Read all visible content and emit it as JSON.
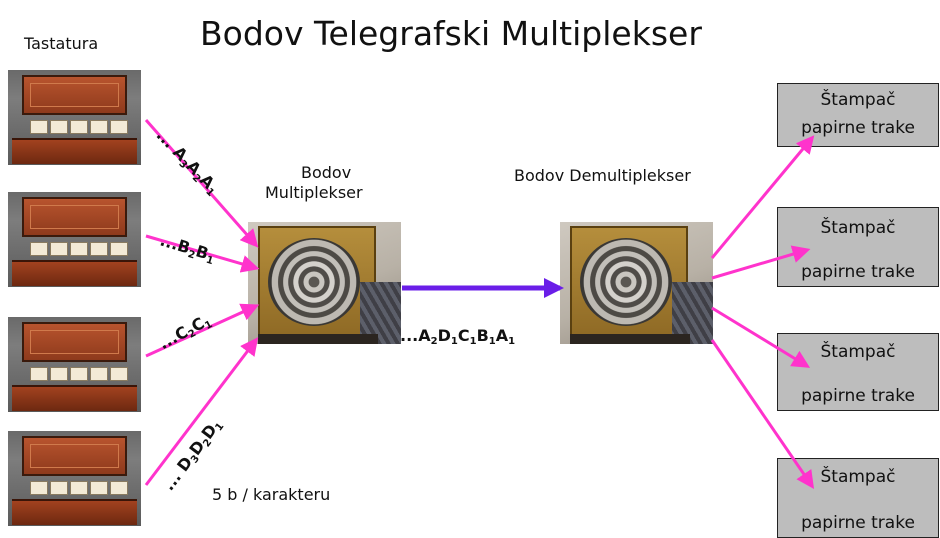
{
  "title": "Bodov Telegrafski Multiplekser",
  "keyboard_label": "Tastatura",
  "multiplexer_label_line1": "Bodov",
  "multiplexer_label_line2": "Multiplekser",
  "demultiplexer_label": "Bodov Demultiplekser",
  "bits_per_char_label": "5 b / karakteru",
  "channel_sequences": {
    "a": {
      "prefix": "... ",
      "parts": [
        [
          "A",
          "3"
        ],
        [
          "A",
          "2"
        ],
        [
          "A",
          "1"
        ]
      ]
    },
    "b": {
      "prefix": "...",
      "parts": [
        [
          "B",
          "2"
        ],
        [
          "B",
          "1"
        ]
      ]
    },
    "c": {
      "prefix": "...",
      "parts": [
        [
          "C",
          "2"
        ],
        [
          "C",
          "1"
        ]
      ]
    },
    "d": {
      "prefix": "... ",
      "parts": [
        [
          "D",
          "3"
        ],
        [
          "D",
          "2"
        ],
        [
          "D",
          "1"
        ]
      ]
    }
  },
  "combined_sequence": {
    "prefix": "...",
    "parts": [
      [
        "A",
        "2"
      ],
      [
        "D",
        "1"
      ],
      [
        "C",
        "1"
      ],
      [
        "B",
        "1"
      ],
      [
        "A",
        "1"
      ]
    ]
  },
  "printers": [
    {
      "line1": "Štampač",
      "line2": "papirne trake"
    },
    {
      "line1": "Štampač",
      "line2": "papirne trake"
    },
    {
      "line1": "Štampač",
      "line2": "papirne trake"
    },
    {
      "line1": "Štampač",
      "line2": "papirne trake"
    }
  ],
  "colors": {
    "input_arrows": "#ff33cc",
    "trunk_arrow": "#6a1ee8",
    "printer_box": "#bdbdbd"
  }
}
